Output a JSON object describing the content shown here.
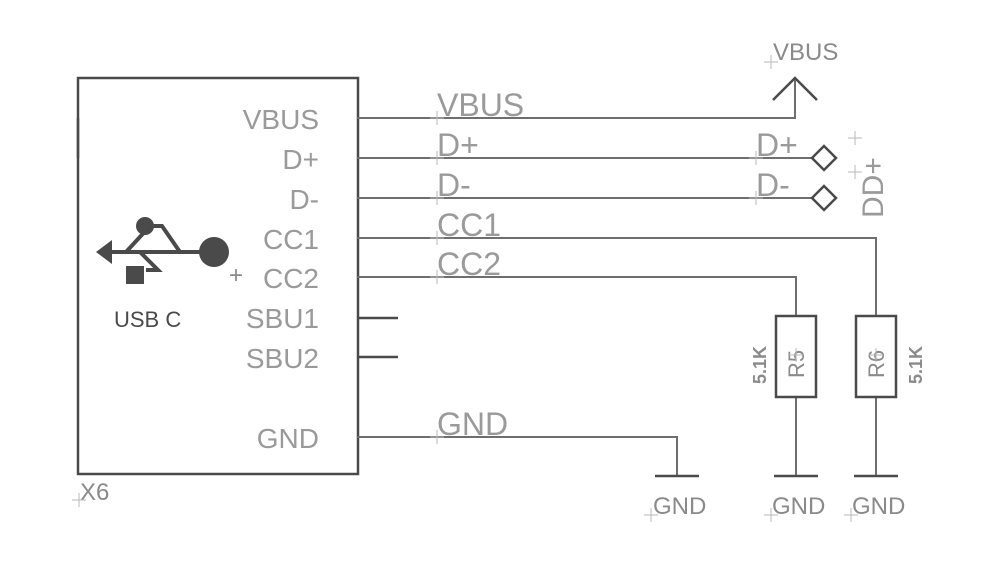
{
  "connector": {
    "name": "X6",
    "value": "USB C",
    "pins": [
      "VBUS",
      "D+",
      "D-",
      "CC1",
      "+",
      "CC2",
      "SBU1",
      "SBU2",
      "GND"
    ]
  },
  "nets": {
    "vbus": "VBUS",
    "dplus": "D+",
    "dminus": "D-",
    "cc1": "CC1",
    "cc2": "CC2",
    "gnd": "GND"
  },
  "supply": {
    "vbus": "VBUS"
  },
  "ports": {
    "dplus": "D+",
    "dminus": "D-",
    "vertical": "DD+"
  },
  "resistors": [
    {
      "name": "R5",
      "value": "5.1K"
    },
    {
      "name": "R6",
      "value": "5.1K"
    }
  ],
  "grounds": [
    "GND",
    "GND",
    "GND"
  ]
}
